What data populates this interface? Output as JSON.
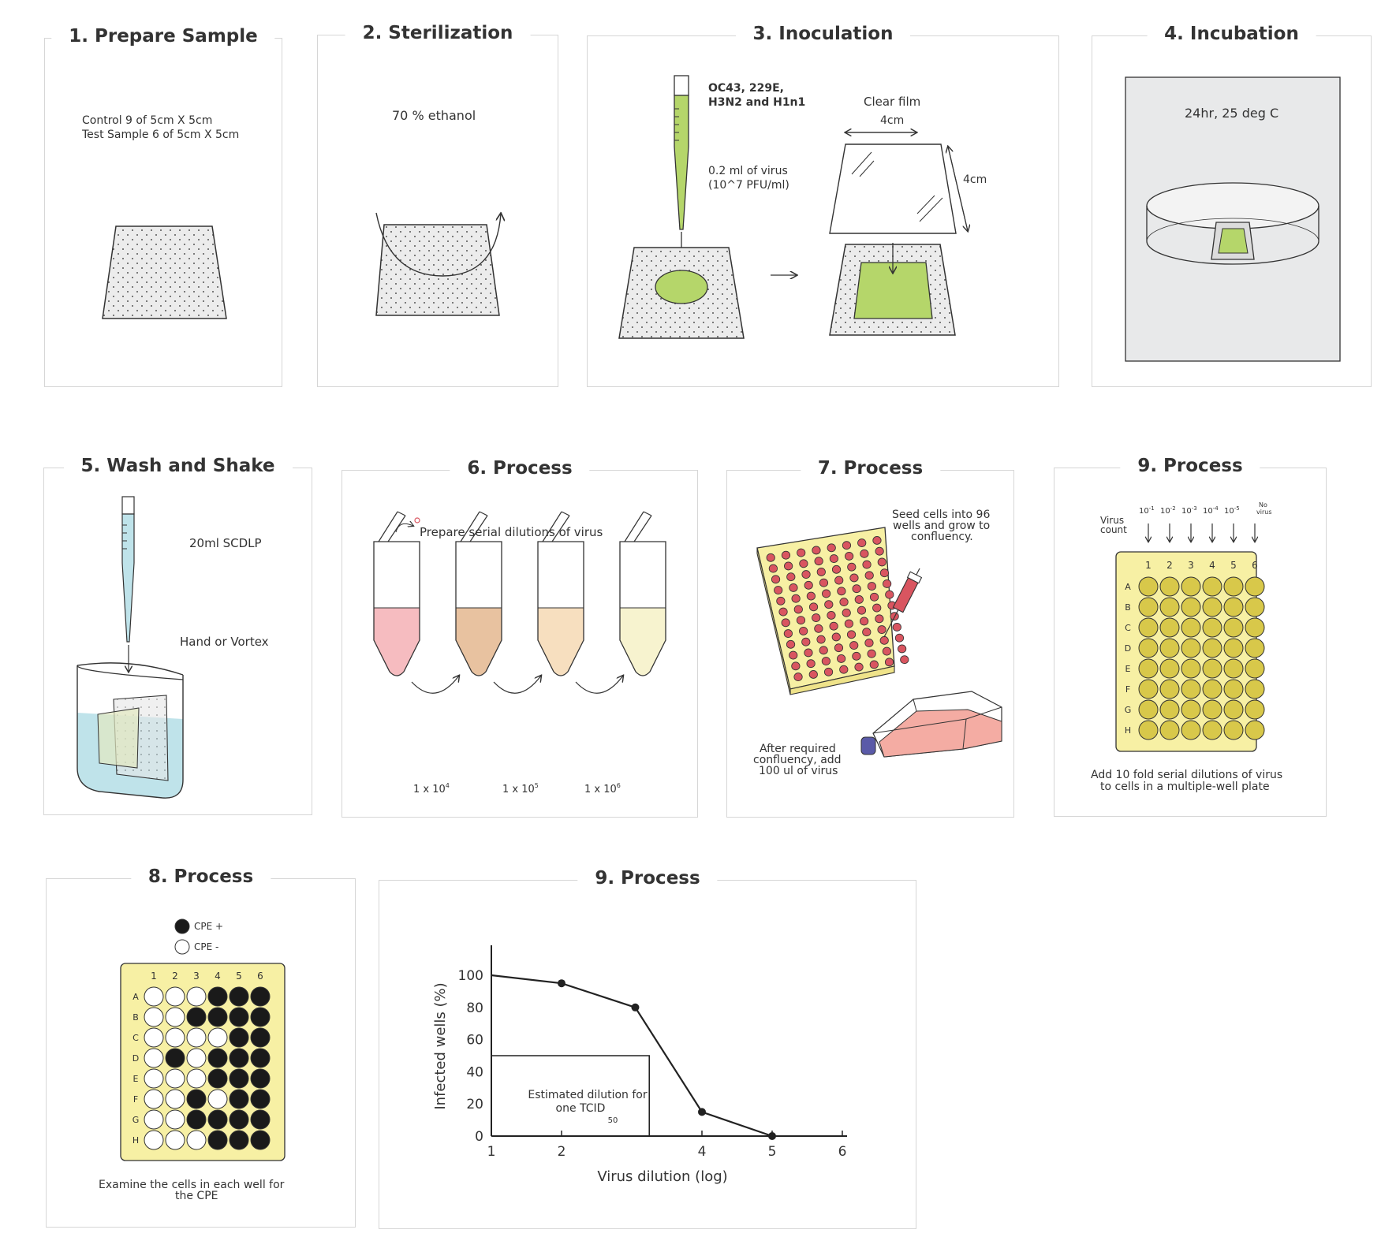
{
  "colors": {
    "green": "#b5d66a",
    "yellow_plate": "#f7f0a4",
    "well_yellow": "#d8c84a",
    "well_red": "#d95560",
    "liquid_blue": "#bfe3ea",
    "incubator_gray": "#e8e9ea",
    "tube_pink": "#f6bcc0",
    "tube_tan": "#e8c2a0",
    "tube_peach": "#f7dfbf",
    "tube_cream": "#f7f3cf",
    "flask_medium": "#f4aca3",
    "cap_blue": "#5a5aa8"
  },
  "panel1": {
    "title": "1. Prepare Sample",
    "line1": "Control 9 of  5cm X 5cm",
    "line2": "Test Sample 6 of  5cm X 5cm"
  },
  "panel2": {
    "title": "2. Sterilization",
    "label": "70 % ethanol"
  },
  "panel3": {
    "title": "3. Inoculation",
    "virus_line1": "OC43, 229E,",
    "virus_line2": "H3N2 and H1n1",
    "dose_line1": "0.2 ml of virus",
    "dose_line2": "(10^7 PFU/ml)",
    "film_label": "Clear film",
    "width_label": "4cm",
    "height_label": "4cm"
  },
  "panel4": {
    "title": "4. Incubation",
    "label": "24hr, 25 deg C"
  },
  "panel5": {
    "title": "5. Wash and Shake",
    "volume_label": "20ml SCDLP",
    "method_label": "Hand or Vortex"
  },
  "panel6": {
    "title": "6. Process",
    "caption": "Prepare serial dilutions of virus",
    "dilutions": [
      "1 x 10",
      "1 x 10",
      "1 x 10"
    ],
    "dilution_exponents": [
      "4",
      "5",
      "6"
    ]
  },
  "panel7": {
    "title": "7. Process",
    "seed_line1": "Seed cells into 96",
    "seed_line2": "wells and grow to",
    "seed_line3": "confluency.",
    "after_line1": "After required",
    "after_line2": "confluency, add",
    "after_line3": "100 ul of virus"
  },
  "panel9a": {
    "title": "9. Process",
    "virus_count_line1": "Virus",
    "virus_count_line2": "count",
    "dilution_labels": [
      "10",
      "10",
      "10",
      "10",
      "10"
    ],
    "dilution_exponents": [
      "-1",
      "-2",
      "-3",
      "-4",
      "-5"
    ],
    "no_virus_line1": "No",
    "no_virus_line2": "virus",
    "columns": [
      "1",
      "2",
      "3",
      "4",
      "5",
      "6"
    ],
    "rows": [
      "A",
      "B",
      "C",
      "D",
      "E",
      "F",
      "G",
      "H"
    ],
    "caption_line1": "Add 10 fold serial dilutions of virus",
    "caption_line2": "to cells in a multiple-well plate"
  },
  "panel8": {
    "title": "8. Process",
    "legend_positive": "CPE +",
    "legend_negative": "CPE -",
    "columns": [
      "1",
      "2",
      "3",
      "4",
      "5",
      "6"
    ],
    "rows": [
      "A",
      "B",
      "C",
      "D",
      "E",
      "F",
      "G",
      "H"
    ],
    "grid": [
      [
        0,
        0,
        0,
        1,
        1,
        1
      ],
      [
        0,
        0,
        1,
        1,
        1,
        1
      ],
      [
        0,
        0,
        0,
        0,
        1,
        1
      ],
      [
        0,
        1,
        0,
        1,
        1,
        1
      ],
      [
        0,
        0,
        0,
        1,
        1,
        1
      ],
      [
        0,
        0,
        1,
        0,
        1,
        1
      ],
      [
        0,
        0,
        1,
        1,
        1,
        1
      ],
      [
        0,
        0,
        0,
        1,
        1,
        1
      ]
    ],
    "caption_line1": "Examine the cells in each well for",
    "caption_line2": "the CPE"
  },
  "panel9b": {
    "title": "9. Process"
  },
  "chart_data": {
    "type": "line",
    "xlabel": "Virus dilution (log)",
    "ylabel": "Infected wells (%)",
    "xlim": [
      1,
      6
    ],
    "ylim": [
      0,
      100
    ],
    "x_ticks": [
      "1",
      "2",
      "4",
      "5",
      "6"
    ],
    "x_tick_values": [
      1,
      2,
      4,
      5,
      6
    ],
    "y_ticks": [
      "0",
      "20",
      "40",
      "60",
      "80",
      "100"
    ],
    "y_tick_values": [
      0,
      20,
      40,
      60,
      80,
      100
    ],
    "series": [
      {
        "x": [
          1,
          2,
          3.05,
          4,
          5
        ],
        "y": [
          100,
          95,
          80,
          15,
          0
        ]
      }
    ],
    "annotation": {
      "line1": "Estimated dilution for",
      "line2": "one TCID",
      "subscript": "50",
      "x": 3.25,
      "y": 50
    }
  }
}
